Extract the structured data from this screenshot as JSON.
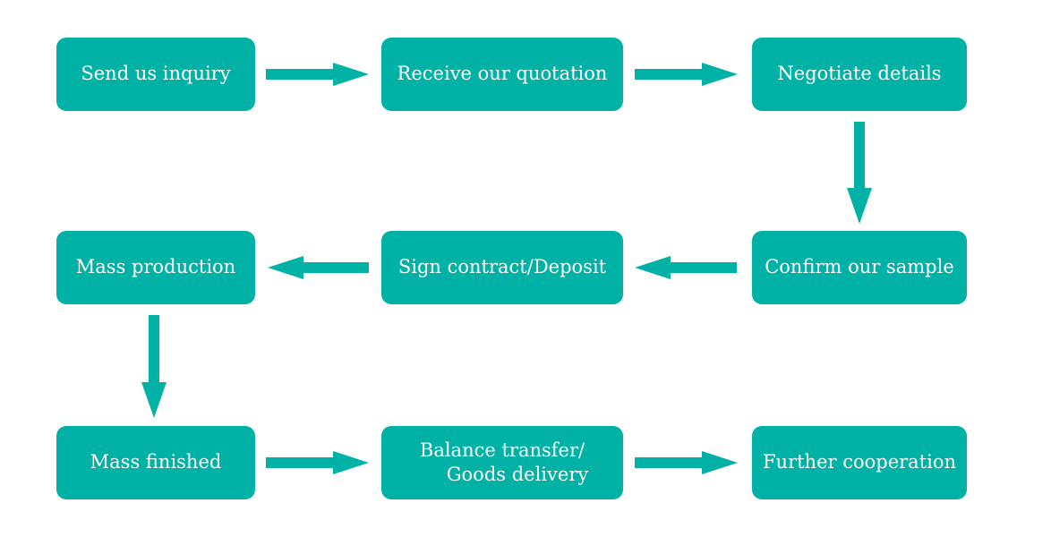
{
  "colors": {
    "box_fill": "#00b2a5",
    "arrow_fill": "#00b2a5",
    "text": "#ffffff",
    "background": "#ffffff"
  },
  "steps": [
    {
      "label": "Send us inquiry"
    },
    {
      "label": "Receive our quotation"
    },
    {
      "label": "Negotiate details"
    },
    {
      "label": "Confirm our sample"
    },
    {
      "label": "Sign contract/Deposit"
    },
    {
      "label": "Mass production"
    },
    {
      "label": "Mass finished"
    },
    {
      "label_lines": [
        "Balance transfer/",
        "Goods delivery"
      ]
    },
    {
      "label": "Further cooperation"
    }
  ],
  "connections": [
    {
      "from": 0,
      "to": 1,
      "direction": "right"
    },
    {
      "from": 1,
      "to": 2,
      "direction": "right"
    },
    {
      "from": 2,
      "to": 3,
      "direction": "down"
    },
    {
      "from": 3,
      "to": 4,
      "direction": "left"
    },
    {
      "from": 4,
      "to": 5,
      "direction": "left"
    },
    {
      "from": 5,
      "to": 6,
      "direction": "down"
    },
    {
      "from": 6,
      "to": 7,
      "direction": "right"
    },
    {
      "from": 7,
      "to": 8,
      "direction": "right"
    }
  ]
}
